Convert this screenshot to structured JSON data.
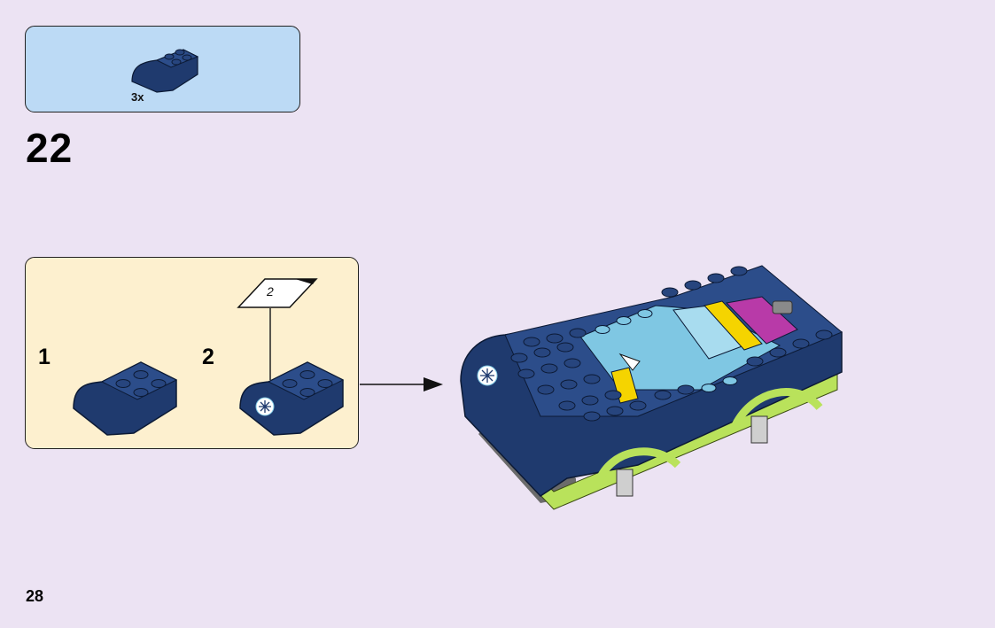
{
  "parts_list": {
    "quantity_label": "3x",
    "brick_color": "#1f3a6e"
  },
  "step": {
    "number": "22"
  },
  "substeps": {
    "step1_label": "1",
    "step2_label": "2",
    "rotate_label": "2"
  },
  "page": {
    "number": "28"
  },
  "colors": {
    "background": "#ece3f3",
    "parts_box": "#bcdaf5",
    "substep_box": "#fdf0cf",
    "navy": "#1f3a6e",
    "lime": "#b9e25b",
    "light_blue": "#7fc7e3",
    "yellow": "#f5d400",
    "magenta": "#b83aa8"
  }
}
